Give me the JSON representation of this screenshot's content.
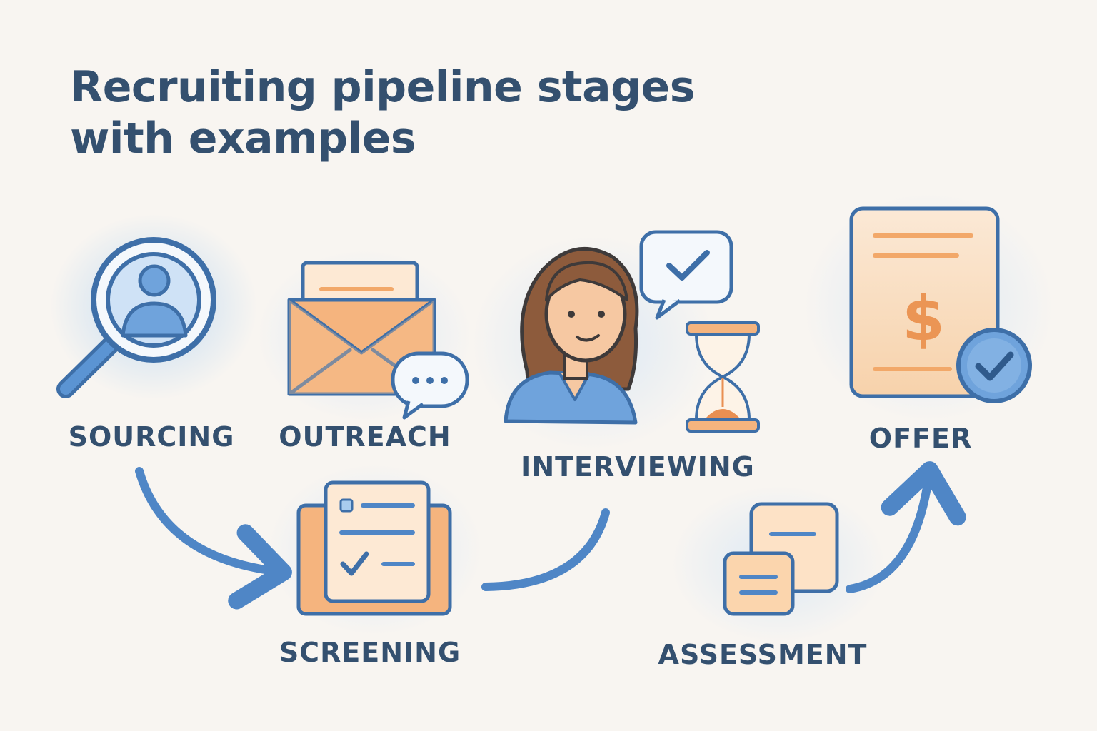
{
  "title": {
    "line1": "Recruiting pipeline stages",
    "line2": "with examples"
  },
  "stages": [
    {
      "id": "sourcing",
      "label": "SOURCING",
      "icon": "magnifier-person-icon"
    },
    {
      "id": "outreach",
      "label": "OUTREACH",
      "icon": "envelope-chat-icon"
    },
    {
      "id": "screening",
      "label": "SCREENING",
      "icon": "checklist-clipboard-icon"
    },
    {
      "id": "interviewing",
      "label": "INTERVIEWING",
      "icon": "candidate-speech-hourglass-icon"
    },
    {
      "id": "assessment",
      "label": "ASSESSMENT",
      "icon": "stacked-cards-icon"
    },
    {
      "id": "offer",
      "label": "OFFER",
      "icon": "offer-document-dollar-icon"
    }
  ],
  "colors": {
    "background": "#f8f5f1",
    "text": "#34506f",
    "blue": "#4f86c6",
    "light_blue": "#a9ccee",
    "orange": "#f2b27c",
    "light_orange": "#fbe2c8"
  }
}
